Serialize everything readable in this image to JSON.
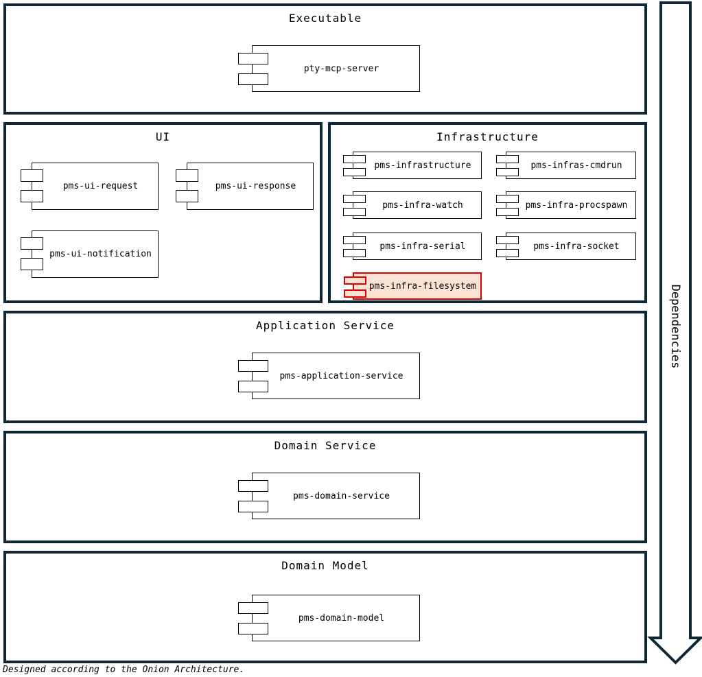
{
  "page": {
    "caption": "Designed according to the Onion Architecture.",
    "arrow_label": "Dependencies"
  },
  "colors": {
    "background": "#ffffff",
    "layer_border": "#0d2737",
    "component_border": "#000000",
    "highlight_border": "#e00000",
    "highlight_fill": "#fce2d3"
  },
  "layers": [
    {
      "title": "Executable",
      "components": [
        {
          "label": "pty-mcp-server",
          "highlighted": false
        }
      ]
    },
    {
      "title": "UI",
      "components": [
        {
          "label": "pms-ui-request",
          "highlighted": false
        },
        {
          "label": "pms-ui-response",
          "highlighted": false
        },
        {
          "label": "pms-ui-notification",
          "highlighted": false
        }
      ]
    },
    {
      "title": "Infrastructure",
      "components": [
        {
          "label": "pms-infrastructure",
          "highlighted": false
        },
        {
          "label": "pms-infras-cmdrun",
          "highlighted": false
        },
        {
          "label": "pms-infra-watch",
          "highlighted": false
        },
        {
          "label": "pms-infra-procspawn",
          "highlighted": false
        },
        {
          "label": "pms-infra-serial",
          "highlighted": false
        },
        {
          "label": "pms-infra-socket",
          "highlighted": false
        },
        {
          "label": "pms-infra-filesystem",
          "highlighted": true
        }
      ]
    },
    {
      "title": "Application Service",
      "components": [
        {
          "label": "pms-application-service",
          "highlighted": false
        }
      ]
    },
    {
      "title": "Domain Service",
      "components": [
        {
          "label": "pms-domain-service",
          "highlighted": false
        }
      ]
    },
    {
      "title": "Domain Model",
      "components": [
        {
          "label": "pms-domain-model",
          "highlighted": false
        }
      ]
    }
  ]
}
